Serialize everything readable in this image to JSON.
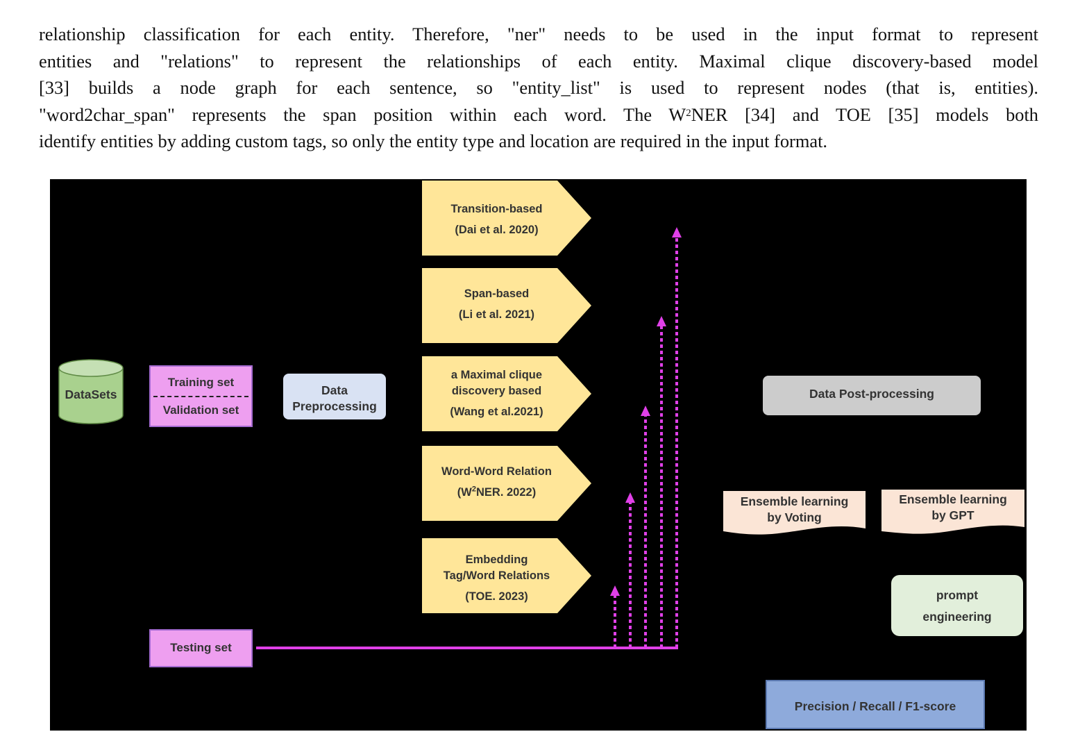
{
  "paragraph": {
    "line1": "relationship classification for each entity. Therefore, \"ner\" needs to be used in the input format to represent",
    "line2": "entities and \"relations\" to represent the relationships of each entity. Maximal clique discovery-based model",
    "line3": "[33] builds a node graph for each sentence, so \"entity_list\" is used to represent nodes (that is, entities).",
    "line4a": "\"word2char_span\" represents the span position within each word. The W",
    "line4sup": "2",
    "line4b": "NER [34] and TOE [35] models both",
    "line5": "identify entities by adding custom tags, so only the entity type and location are required in the input format."
  },
  "figure": {
    "datasets": "DataSets",
    "training_set": "Training set",
    "validation_set": "Validation set",
    "testing_set": "Testing set",
    "preprocessing_line1": "Data",
    "preprocessing_line2": "Preprocessing",
    "models": [
      {
        "line1": "Transition-based",
        "line2": "(Dai et al. 2020)"
      },
      {
        "line1": "Span-based",
        "line2": "(Li et al. 2021)"
      },
      {
        "line1": "a Maximal clique",
        "line2": "discovery based",
        "line3": "(Wang et al.2021)"
      },
      {
        "line1": "Word-Word Relation",
        "line2a": "(W",
        "line2sup": "2",
        "line2b": "NER. 2022)"
      },
      {
        "line1": "Embedding",
        "line2": "Tag/Word Relations",
        "line3": "(TOE. 2023)"
      }
    ],
    "post_processing": "Data Post-processing",
    "ensemble_voting_line1": "Ensemble learning",
    "ensemble_voting_line2": "by Voting",
    "ensemble_gpt_line1": "Ensemble learning",
    "ensemble_gpt_line2": "by GPT",
    "prompt_line1": "prompt",
    "prompt_line2": "engineering",
    "metrics": "Precision / Recall / F1-score"
  },
  "colors": {
    "model_fill": "#ffe699",
    "set_fill": "#ee9ff0",
    "datasets_fill": "#a9d18e",
    "preprocessing_fill": "#d9e2f3",
    "postprocessing_fill": "#cccccc",
    "ensemble_fill": "#fbe5d6",
    "prompt_fill": "#e2efdb",
    "metrics_fill": "#8eaadb",
    "arrow": "#e040e8",
    "figure_bg": "#000000"
  }
}
